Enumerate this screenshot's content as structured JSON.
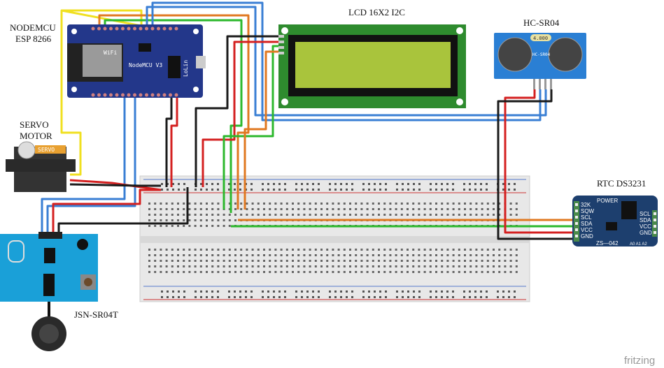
{
  "labels": {
    "nodemcu_line1": "NODEMCU",
    "nodemcu_line2": "ESP 8266",
    "lcd": "LCD 16X2 I2C",
    "hcsr04": "HC-SR04",
    "servo_line1": "SERVO",
    "servo_line2": "MOTOR",
    "jsn": "JSN-SR04T",
    "rtc": "RTC DS3231"
  },
  "board_text": {
    "nodemcu_model": "NodeMCU V3",
    "nodemcu_brand": "LoLin",
    "wifi": "WiFi",
    "servo_sticker": "SERVO",
    "hcsr04_display": "4.000",
    "hcsr04_name": "HC-SR04",
    "rtc_power": "POWER",
    "rtc_chip": "ZS—042",
    "rtc_addr": "A0 A1 A2"
  },
  "rtc_pins_left": [
    "32K",
    "SQW",
    "SCL",
    "SDA",
    "VCC",
    "GND"
  ],
  "rtc_pins_right": [
    "SCL",
    "SDA",
    "VCC",
    "GND"
  ],
  "watermark": "fritzing",
  "wire_colors": {
    "vcc": "#d42020",
    "gnd": "#1a1a1a",
    "sda": "#2db82d",
    "scl": "#e07820",
    "signal": "#3a7fd4",
    "servo_signal": "#f0e020"
  }
}
